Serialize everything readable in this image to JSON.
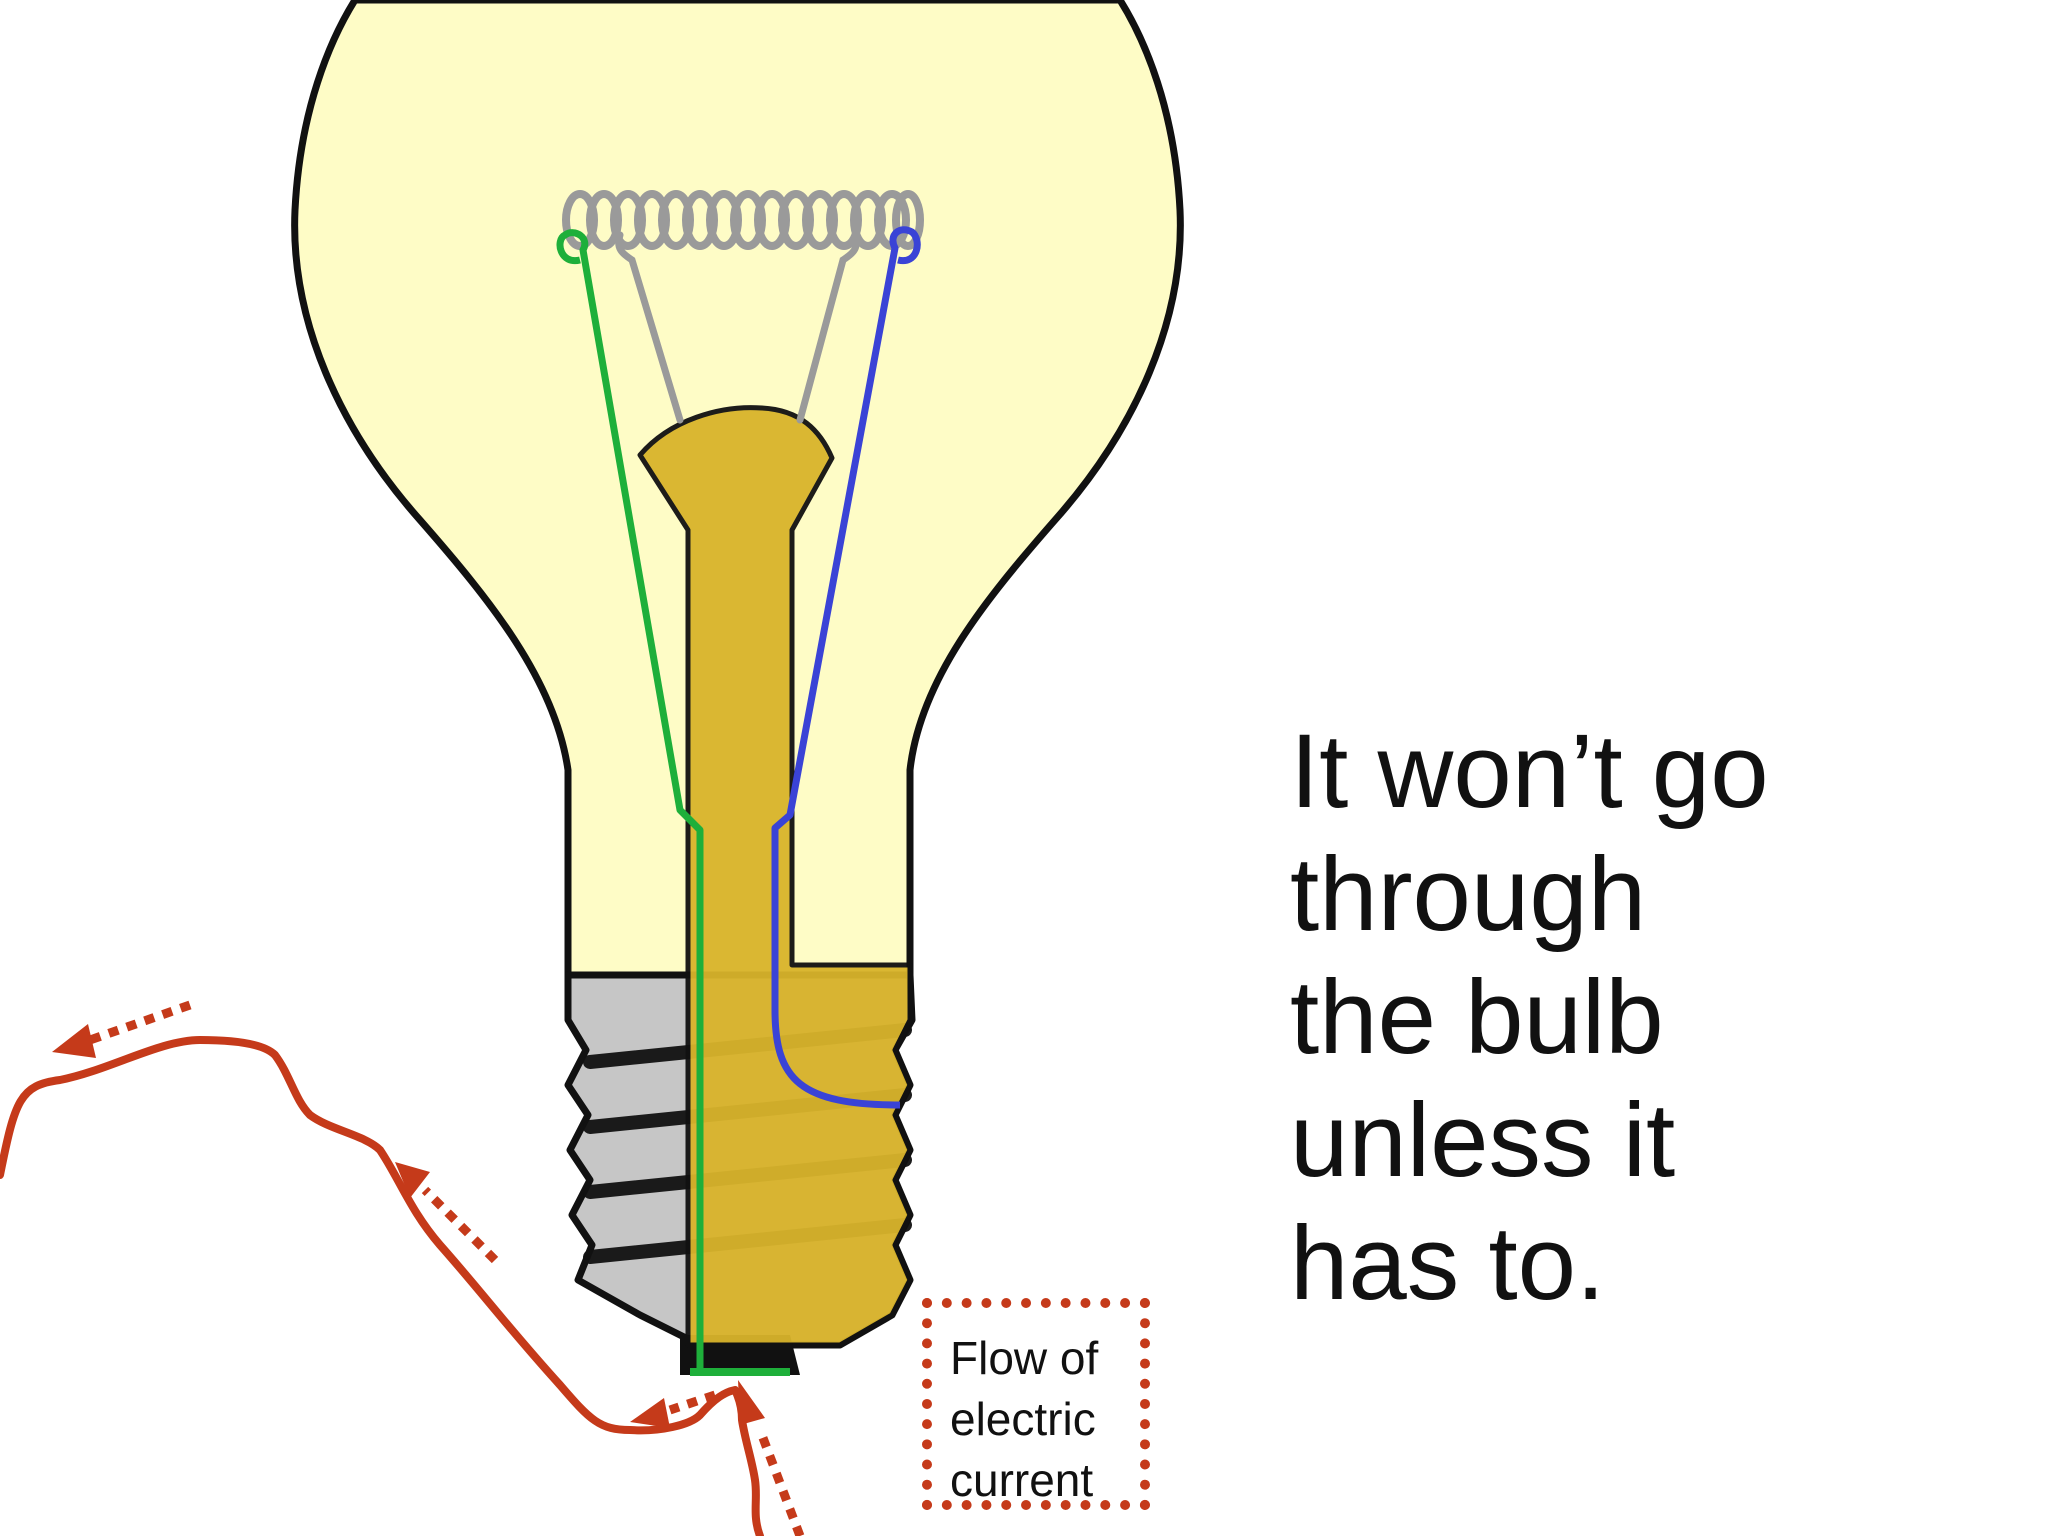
{
  "caption": {
    "lines": [
      "It won’t go",
      "through",
      "the bulb",
      "unless it",
      "has to."
    ]
  },
  "flow_label": {
    "lines": [
      "Flow of",
      "electric",
      "current"
    ]
  },
  "colors": {
    "bulb_glass": "#fefcc6",
    "bulb_outline": "#111111",
    "stem": "#d9b42b",
    "screw_base": "#c6c6c6",
    "filament": "#9a9a9a",
    "wire_left": "#1eaf3a",
    "wire_right": "#3a43d6",
    "current": "#c53a1a",
    "contact": "#111111"
  }
}
